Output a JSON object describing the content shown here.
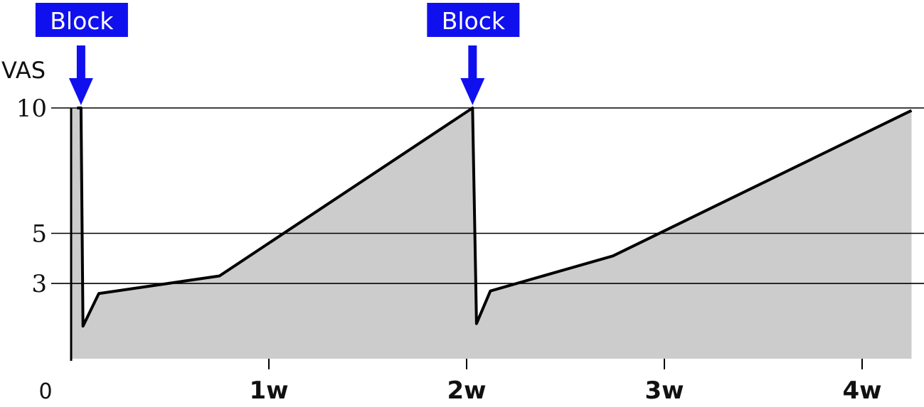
{
  "colors": {
    "fill": "#cccccc",
    "line": "#000000",
    "block_accent": "#1010ee",
    "block_text": "#ffffff"
  },
  "chart_data": {
    "type": "area",
    "ylabel": "VAS",
    "xlabel": "",
    "title": "",
    "xlim": [
      0,
      4.2
    ],
    "ylim": [
      0,
      10
    ],
    "x_ticks": [
      {
        "value": 0,
        "label": "0"
      },
      {
        "value": 1,
        "label": "1w"
      },
      {
        "value": 2,
        "label": "2w"
      },
      {
        "value": 3,
        "label": "3w"
      },
      {
        "value": 4,
        "label": "4w"
      }
    ],
    "y_ticks": [
      {
        "value": 10,
        "label": "10"
      },
      {
        "value": 5,
        "label": "5"
      },
      {
        "value": 3,
        "label": "3"
      }
    ],
    "reference_lines": [
      10,
      5,
      3
    ],
    "series": [
      {
        "points": [
          [
            0.0,
            10
          ],
          [
            0.03,
            10
          ],
          [
            0.05,
            10
          ],
          [
            0.06,
            1.3
          ],
          [
            0.14,
            2.6
          ],
          [
            0.75,
            3.3
          ],
          [
            2.03,
            10
          ],
          [
            2.05,
            1.4
          ],
          [
            2.12,
            2.7
          ],
          [
            2.74,
            4.1
          ],
          [
            4.25,
            9.9
          ]
        ]
      }
    ],
    "annotations": [
      {
        "text": "Block",
        "x": 0.05
      },
      {
        "text": "Block",
        "x": 2.03
      }
    ]
  }
}
